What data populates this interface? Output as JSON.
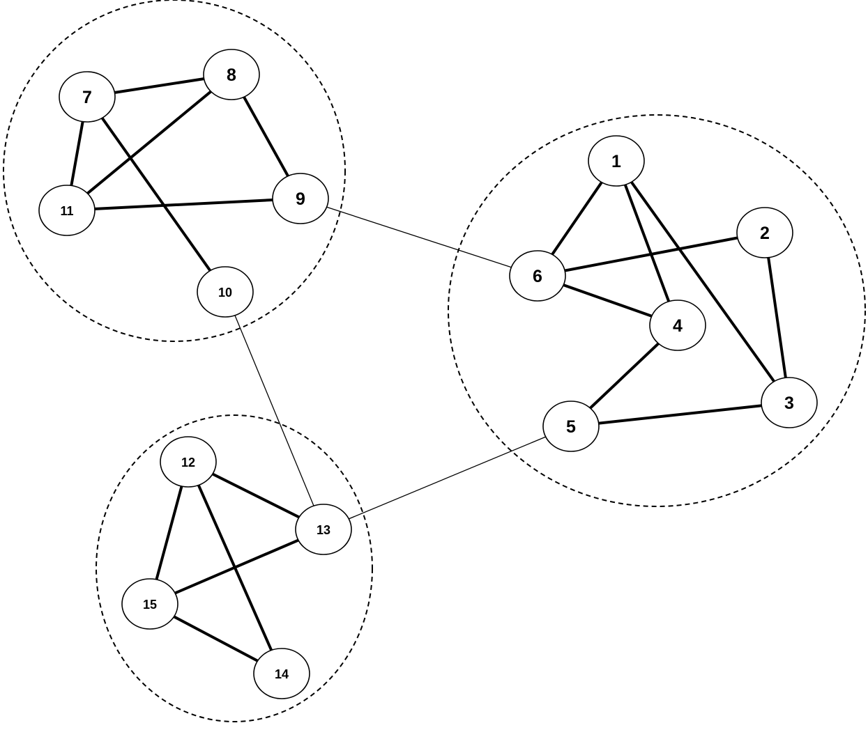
{
  "graph": {
    "nodes": [
      {
        "id": "1",
        "label": "1",
        "cluster": "right"
      },
      {
        "id": "2",
        "label": "2",
        "cluster": "right"
      },
      {
        "id": "3",
        "label": "3",
        "cluster": "right"
      },
      {
        "id": "4",
        "label": "4",
        "cluster": "right"
      },
      {
        "id": "5",
        "label": "5",
        "cluster": "right"
      },
      {
        "id": "6",
        "label": "6",
        "cluster": "right"
      },
      {
        "id": "7",
        "label": "7",
        "cluster": "top-left"
      },
      {
        "id": "8",
        "label": "8",
        "cluster": "top-left"
      },
      {
        "id": "9",
        "label": "9",
        "cluster": "top-left"
      },
      {
        "id": "10",
        "label": "10",
        "cluster": "top-left"
      },
      {
        "id": "11",
        "label": "11",
        "cluster": "top-left"
      },
      {
        "id": "12",
        "label": "12",
        "cluster": "bottom-left"
      },
      {
        "id": "13",
        "label": "13",
        "cluster": "bottom-left"
      },
      {
        "id": "14",
        "label": "14",
        "cluster": "bottom-left"
      },
      {
        "id": "15",
        "label": "15",
        "cluster": "bottom-left"
      }
    ],
    "edges_intra": [
      [
        "7",
        "8"
      ],
      [
        "7",
        "11"
      ],
      [
        "7",
        "10"
      ],
      [
        "8",
        "11"
      ],
      [
        "8",
        "9"
      ],
      [
        "11",
        "9"
      ],
      [
        "1",
        "6"
      ],
      [
        "1",
        "4"
      ],
      [
        "1",
        "3"
      ],
      [
        "6",
        "2"
      ],
      [
        "6",
        "4"
      ],
      [
        "2",
        "3"
      ],
      [
        "4",
        "5"
      ],
      [
        "5",
        "3"
      ],
      [
        "12",
        "13"
      ],
      [
        "12",
        "15"
      ],
      [
        "12",
        "14"
      ],
      [
        "13",
        "15"
      ],
      [
        "15",
        "14"
      ]
    ],
    "edges_inter": [
      [
        "9",
        "6"
      ],
      [
        "10",
        "13"
      ],
      [
        "13",
        "5"
      ]
    ],
    "clusters": [
      "top-left",
      "right",
      "bottom-left"
    ]
  }
}
